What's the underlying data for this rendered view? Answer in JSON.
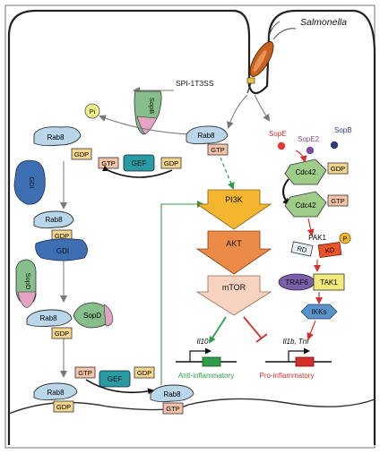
{
  "labels": {
    "salmonella": "Salmonella",
    "spi": "SPI-1T3SS",
    "sope": "SopE",
    "sope2": "SopE2",
    "sopb": "SopB",
    "pi": "Pi",
    "sopb_bacterial": "SopB",
    "rab8": "Rab8",
    "gdp": "GDP",
    "gtp": "GTP",
    "gef": "GEF",
    "gdi": "GDI",
    "sopd": "SopD",
    "cdc42": "Cdc42",
    "pi3k": "PI3K",
    "akt": "AKT",
    "mtor": "mTOR",
    "pak1": "PAK1",
    "rd": "RD",
    "kd": "KD",
    "p": "P",
    "traf6": "TRAF6",
    "tak1": "TAK1",
    "ikks": "IKKs",
    "il10": "Il10",
    "il1b_tnf": "Il1b, Tnf",
    "anti_inflammatory": "Anti-inflammatory",
    "pro_inflammatory": "Pro-inflammatory"
  },
  "colors": {
    "rab8": "#b9d6ea",
    "gdp": "#f6d58e",
    "gtp": "#f7c3a8",
    "gef": "#2a9ba3",
    "gdi": "#3f6fb3",
    "sopd_green": "#86bf8b",
    "sopd_pink": "#e3a3c2",
    "cdc42": "#9fcc89",
    "pi3k": "#f4b62e",
    "akt": "#ec8b47",
    "mtor": "#f7d3c0",
    "traf6": "#7a5fa8",
    "tak1": "#f0ea7a",
    "ikks": "#5a93c9",
    "kd": "#e8532a",
    "anti": "#2f9e4a",
    "pro": "#d7302a",
    "sope_dot": "#e23b2e",
    "sope2_dot": "#7a4b9e",
    "sopb_dot": "#2b3d7a"
  }
}
